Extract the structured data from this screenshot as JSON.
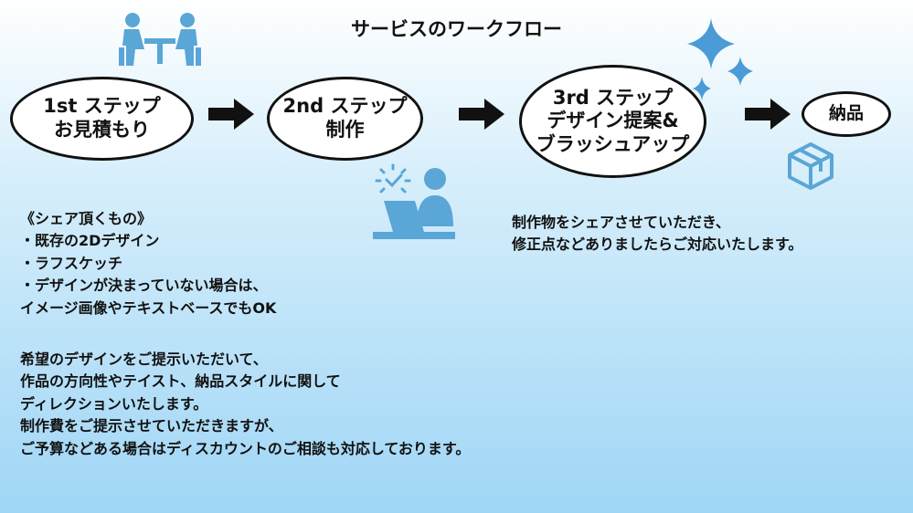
{
  "title": "サービスのワークフロー",
  "steps": [
    {
      "line1": "1st ステップ",
      "line2": "お見積もり"
    },
    {
      "line1": "2nd ステップ",
      "line2": "制作"
    },
    {
      "line1": "3rd ステップ",
      "line2": "デザイン提案&",
      "line3": "ブラッシュアップ"
    },
    {
      "line1": "納品"
    }
  ],
  "share_items": {
    "lines": [
      "《シェア頂くもの》",
      "・既存の2Dデザイン",
      "・ラフスケッチ",
      "・デザインが決まっていない場合は、",
      "イメージ画像やテキストベースでもOK"
    ]
  },
  "direction_text": {
    "lines": [
      "希望のデザインをご提示いただいて、",
      "作品の方向性やテイスト、納品スタイルに関して",
      "ディレクションいたします。",
      "制作費をご提示させていただきますが、",
      "ご予算などある場合はディスカウントのご相談も対応しております。"
    ]
  },
  "revision_text": {
    "lines": [
      "制作物をシェアさせていただき、",
      "修正点などありましたらご対応いたします。"
    ]
  },
  "colors": {
    "icon": "#5aa6d6",
    "sparkle": "#4a9bd6",
    "arrow": "#111111"
  },
  "icons": [
    "meeting-icon",
    "working-at-laptop-icon",
    "sparkle-icon",
    "package-box-icon"
  ]
}
